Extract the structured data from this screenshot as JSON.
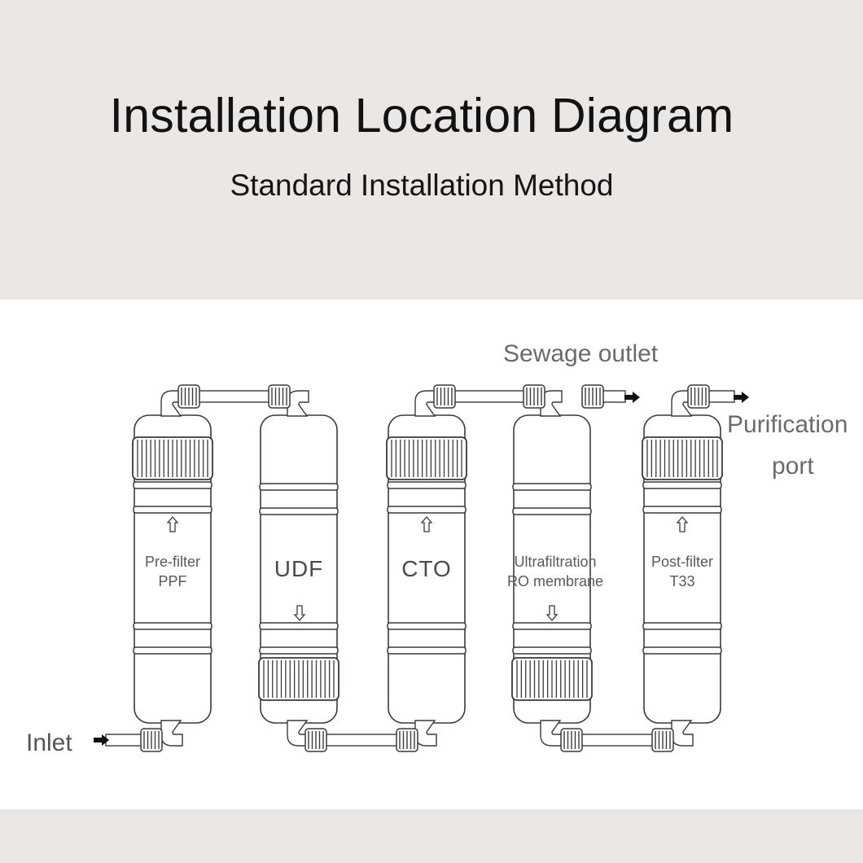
{
  "header": {
    "title": "Installation Location Diagram",
    "subtitle": "Standard Installation Method"
  },
  "ports": {
    "sewage": "Sewage outlet",
    "purification_line1": "Purification",
    "purification_line2": "port",
    "inlet": "Inlet"
  },
  "cartridges": [
    {
      "lines": [
        "Pre-filter",
        "PPF"
      ],
      "style": "small",
      "flow": "up"
    },
    {
      "lines": [
        "UDF"
      ],
      "style": "big",
      "flow": "down"
    },
    {
      "lines": [
        "CTO"
      ],
      "style": "big",
      "flow": "up"
    },
    {
      "lines": [
        "Ultrafiltration",
        "RO membrane"
      ],
      "style": "small",
      "flow": "down"
    },
    {
      "lines": [
        "Post-filter",
        "T33"
      ],
      "style": "small",
      "flow": "up"
    }
  ],
  "colors": {
    "background": "#ebe7e5",
    "panel": "#ffffff",
    "line": "#3a3a3a",
    "label": "#6b6b6b"
  }
}
